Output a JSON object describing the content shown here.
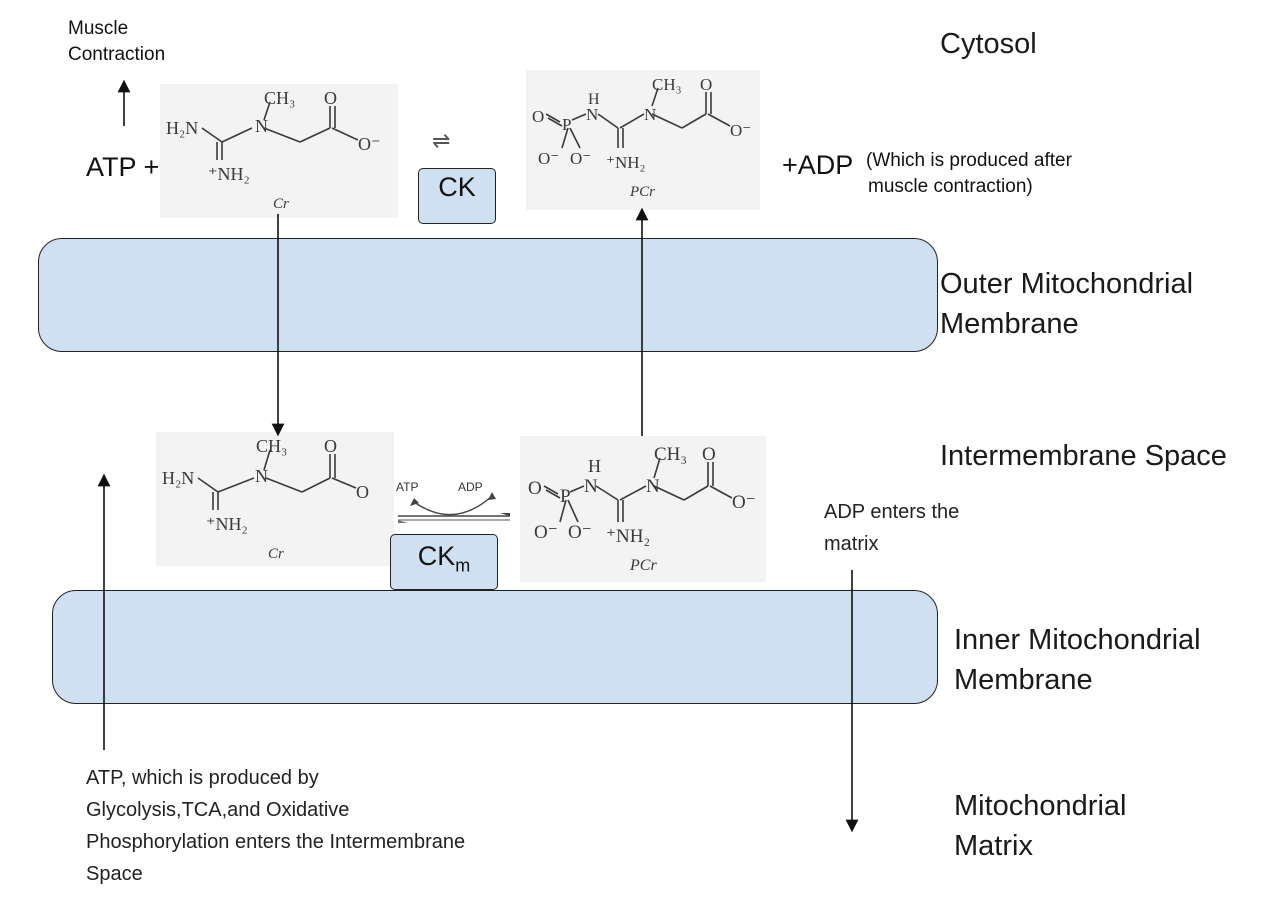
{
  "regions": {
    "cytosol": "Cytosol",
    "outer_membrane": [
      "Outer Mitochondrial",
      "Membrane"
    ],
    "intermembrane": "Intermembrane Space",
    "inner_membrane": [
      "Inner Mitochondrial",
      "Membrane"
    ],
    "matrix": [
      "Mitochondrial",
      "Matrix"
    ]
  },
  "cytosol_reaction": {
    "atp_plus": "ATP +",
    "adp_plus": "+ADP",
    "adp_note": [
      "(Which is produced after",
      "muscle contraction)"
    ],
    "muscle": [
      "Muscle",
      "Contraction"
    ],
    "enzyme": "CK",
    "equilibrium_symbol": "⇌"
  },
  "intermembrane_reaction": {
    "enzyme_base": "CK",
    "enzyme_sub": "m",
    "cofactor_in": "ATP",
    "cofactor_out": "ADP"
  },
  "molecules": {
    "creatine": {
      "label": "Cr",
      "h2n": "H₂N",
      "ch3": "CH₃",
      "n": "N",
      "o": "O",
      "o_minus": "O⁻",
      "nh2_plus": "⁺NH₂"
    },
    "phosphocreatine": {
      "label": "PCr",
      "p": "P",
      "h": "H",
      "n": "N",
      "ch3": "CH₃",
      "o": "O",
      "o_minus": "O⁻",
      "nh2_plus": "⁺NH₂"
    }
  },
  "notes": {
    "adp_enters": [
      "ADP enters the",
      "matrix"
    ],
    "atp_enters": [
      "ATP, which is produced by",
      "Glycolysis,TCA,and Oxidative",
      "Phosphorylation enters the Intermembrane",
      "Space"
    ]
  },
  "colors": {
    "membrane_fill": "#cfe0f3",
    "molecule_bg": "#f3f3f3"
  }
}
